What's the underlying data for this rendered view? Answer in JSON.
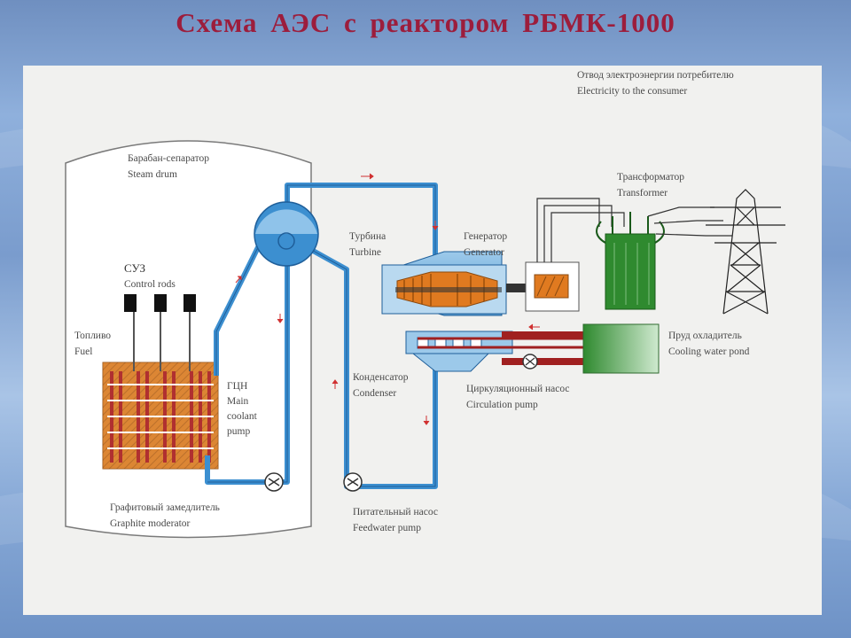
{
  "title": "Схема АЭС с реактором РБМК-1000",
  "labels": {
    "electricity_ru": "Отвод электроэнергии потребителю",
    "electricity_en": "Electricity to the consumer",
    "steam_drum_ru": "Барабан-сепаратор",
    "steam_drum_en": "Steam drum",
    "transformer_ru": "Трансформатор",
    "transformer_en": "Transformer",
    "turbine_ru": "Турбина",
    "turbine_en": "Turbine",
    "generator_ru": "Генератор",
    "generator_en": "Generator",
    "control_rods_ru": "СУЗ",
    "control_rods_en": "Control rods",
    "fuel_ru": "Топливо",
    "fuel_en": "Fuel",
    "cooling_pond_ru": "Пруд охладитель",
    "cooling_pond_en": "Cooling water pond",
    "mcp_ru": "ГЦН",
    "mcp_en_1": "Main",
    "mcp_en_2": "coolant",
    "mcp_en_3": "pump",
    "condenser_ru": "Конденсатор",
    "condenser_en": "Condenser",
    "circ_pump_ru": "Циркуляционный насос",
    "circ_pump_en": "Circulation pump",
    "moderator_ru": "Графитовый замедлитель",
    "moderator_en": "Graphite moderator",
    "feedwater_ru": "Питательный насос",
    "feedwater_en": "Feedwater pump"
  },
  "colors": {
    "title": "#9c1d3c",
    "pipe": "#3c8fd0",
    "pipe_dark": "#1f5f9a",
    "core": "#d6843a",
    "fuel_channel": "#b03030",
    "transformer": "#2f8a2f",
    "turbine_blades": "#e07a20",
    "pond": "#58b458"
  }
}
